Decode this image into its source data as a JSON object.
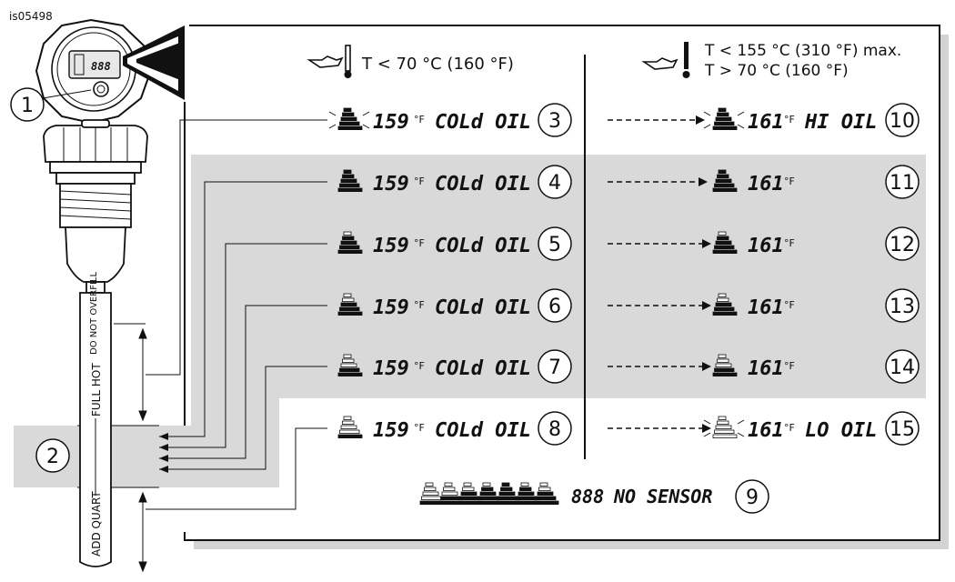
{
  "figure_id": "is05498",
  "header_left": "T < 70 °C (160 °F)",
  "header_right_1": "T < 155 °C (310 °F) max.",
  "header_right_2": "T > 70 °C (160 °F)",
  "callouts": {
    "n1": "1",
    "n2": "2",
    "n3": "3",
    "n4": "4",
    "n5": "5",
    "n6": "6",
    "n7": "7",
    "n8": "8",
    "n9": "9",
    "n10": "10",
    "n11": "11",
    "n12": "12",
    "n13": "13",
    "n14": "14",
    "n15": "15"
  },
  "cold_temp": "159",
  "cold_text": "COLd OIL",
  "hot_temp": "161",
  "hi_text": "HI OIL",
  "lo_text": "LO OIL",
  "sensor_digits": "888",
  "sensor_text": "NO SENSOR",
  "deg_f": "°F",
  "dip_do_not_overfill": "DO NOT OVERFILL",
  "dip_full_hot": "FULL HOT",
  "dip_add_quart": "ADD QUART",
  "cap_display": "888"
}
